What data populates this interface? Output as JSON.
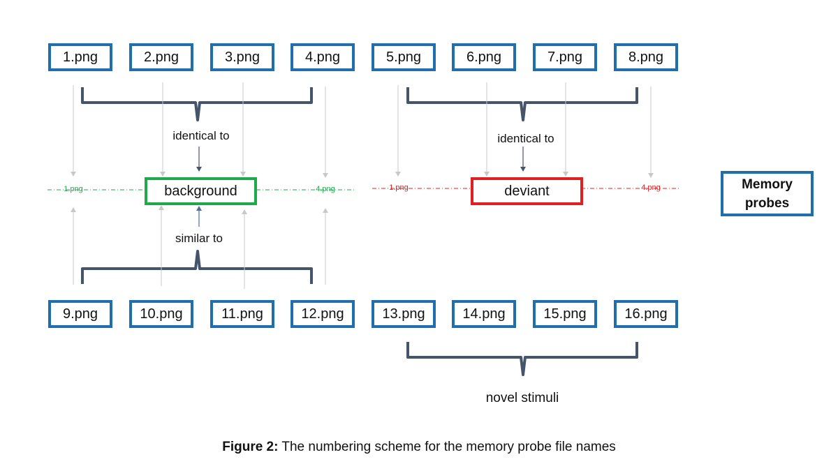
{
  "top_files": [
    "1.png",
    "2.png",
    "3.png",
    "4.png",
    "5.png",
    "6.png",
    "7.png",
    "8.png"
  ],
  "bottom_files": [
    "9.png",
    "10.png",
    "11.png",
    "12.png",
    "13.png",
    "14.png",
    "15.png",
    "16.png"
  ],
  "background": {
    "label": "background",
    "border_color": "#1faa4a",
    "left_marker": "1.png",
    "right_marker": "4.png",
    "above_label": "identical to",
    "below_label": "similar to"
  },
  "deviant": {
    "label": "deviant",
    "border_color": "#e02020",
    "left_marker": "1.png",
    "right_marker": "4.png",
    "above_label": "identical to"
  },
  "memory_probes": {
    "label": "Memory\nprobes"
  },
  "novel_label": "novel stimuli",
  "caption": {
    "bold": "Figure 2:",
    "text": " The numbering scheme for the memory probe file names"
  },
  "colors": {
    "box_border": "#1f6fad",
    "brace": "#44546a",
    "arrow_light": "#c8c8c8",
    "arrow_dark": "#44546a",
    "green": "#1faa4a",
    "red": "#e02020"
  }
}
